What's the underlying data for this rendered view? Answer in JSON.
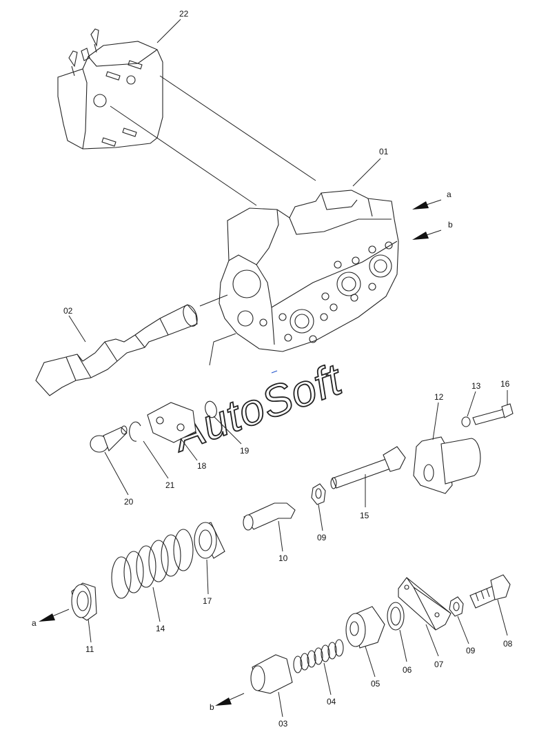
{
  "diagram": {
    "watermark": "AutoSoft",
    "flow_labels": [
      "a",
      "b"
    ],
    "part_numbers": [
      "01",
      "02",
      "03",
      "04",
      "05",
      "06",
      "07",
      "08",
      "09",
      "10",
      "11",
      "12",
      "13",
      "14",
      "15",
      "16",
      "17",
      "18",
      "19",
      "20",
      "21",
      "22"
    ]
  }
}
